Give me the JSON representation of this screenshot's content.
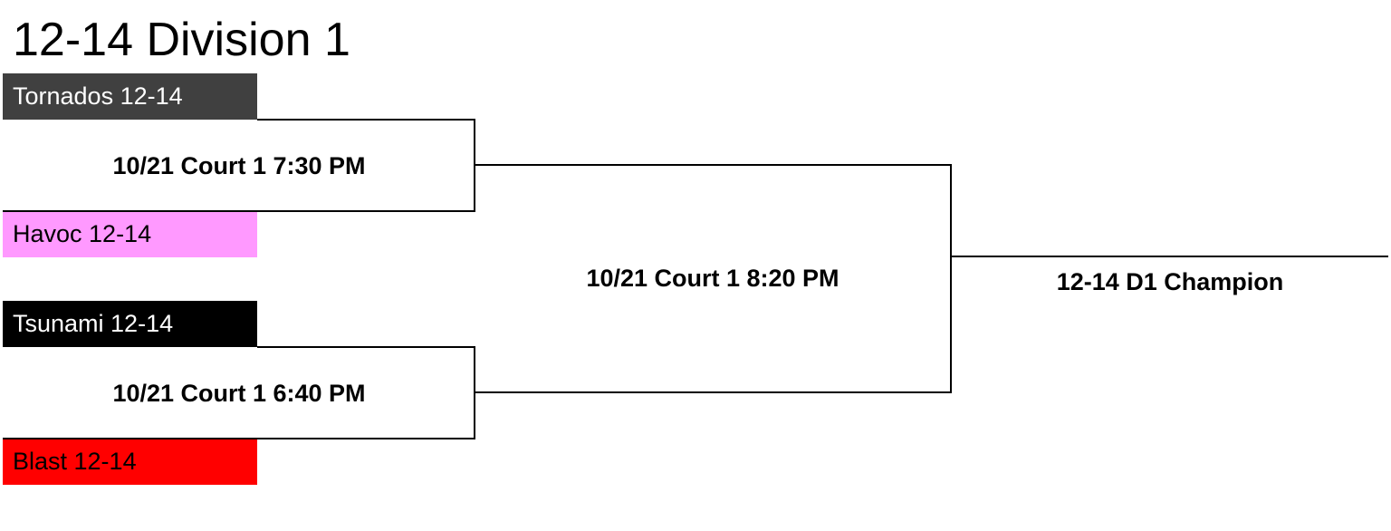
{
  "bracket": {
    "title": "12-14 Division 1",
    "teams": [
      {
        "name": "Tornados 12-14",
        "color": "#404040",
        "text_color": "#ffffff"
      },
      {
        "name": "Havoc 12-14",
        "color": "#ff99ff",
        "text_color": "#000000"
      },
      {
        "name": "Tsunami 12-14",
        "color": "#000000",
        "text_color": "#ffffff"
      },
      {
        "name": "Blast 12-14",
        "color": "#ff0000",
        "text_color": "#000000"
      }
    ],
    "games": [
      {
        "label": "10/21 Court 1 7:30 PM"
      },
      {
        "label": "10/21 Court 1 6:40 PM"
      },
      {
        "label": "10/21 Court 1 8:20 PM"
      }
    ],
    "champion_label": "12-14 D1 Champion"
  }
}
